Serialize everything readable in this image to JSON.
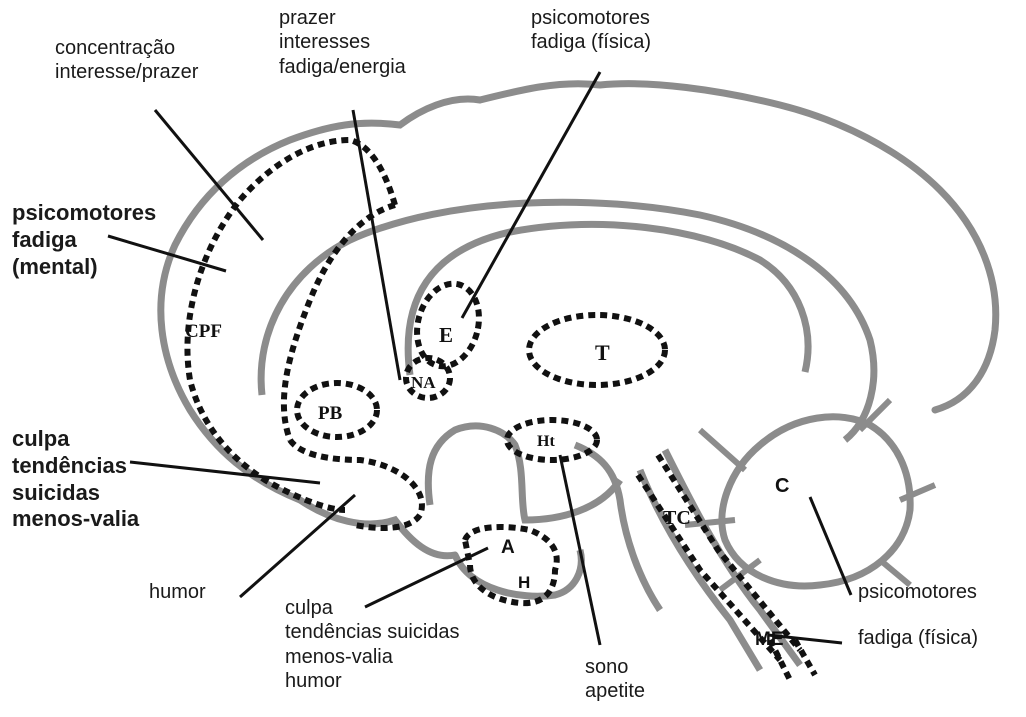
{
  "labels": {
    "top_left": [
      "concentração",
      "interesse/prazer"
    ],
    "top_middle": [
      "prazer",
      "interesses",
      "fadiga/energia"
    ],
    "top_right": [
      "psicomotores",
      "fadiga (física)"
    ],
    "left_upper": [
      "psicomotores",
      "fadiga",
      "(mental)"
    ],
    "left_lower": [
      "culpa",
      "tendências",
      "suicidas",
      "menos-valia"
    ],
    "humor_left": "humor",
    "bottom_middle": [
      "culpa",
      "tendências suicidas",
      "menos-valia",
      "humor"
    ],
    "bottom_sono": [
      "sono",
      "apetite"
    ],
    "right_psicomotores": "psicomotores",
    "right_fadiga": "fadiga (física)"
  },
  "regions": {
    "cpf": "CPF",
    "e": "E",
    "na": "NA",
    "t": "T",
    "pb": "PB",
    "ht": "Ht",
    "a": "A",
    "h": "H",
    "tc": "TC",
    "c": "C",
    "me": "ME"
  },
  "colors": {
    "outline": "#8c8c8c",
    "dotted": "#111111",
    "text": "#1a1a1a"
  }
}
